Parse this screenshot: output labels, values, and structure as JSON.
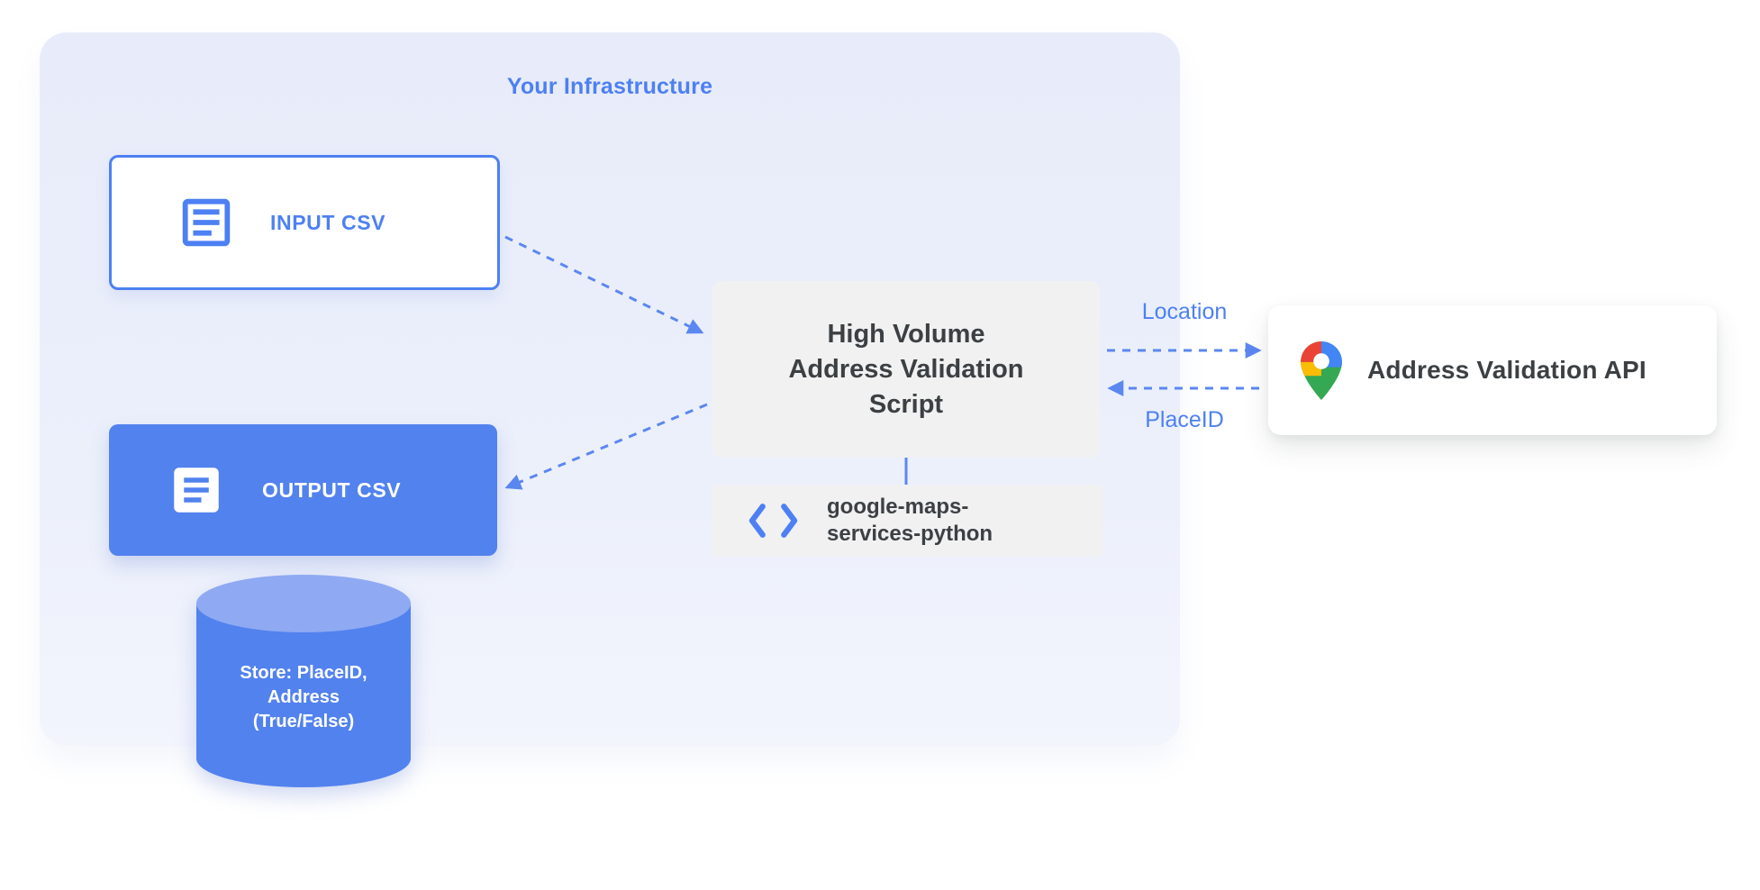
{
  "diagram": {
    "infrastructure_title": "Your Infrastructure",
    "nodes": {
      "input_csv": {
        "label": "INPUT CSV"
      },
      "output_csv": {
        "label": "OUTPUT CSV"
      },
      "datastore": {
        "lines": [
          "Store: PlaceID,",
          "Address",
          "(True/False)"
        ]
      },
      "script": {
        "lines": [
          "High Volume",
          "Address Validation",
          "Script"
        ]
      },
      "library": {
        "lines": [
          "google-maps-",
          "services-python"
        ]
      },
      "api": {
        "label": "Address Validation API"
      }
    },
    "edges": {
      "location_label": "Location",
      "placeid_label": "PlaceID"
    },
    "icons": {
      "input_icon": "document-icon",
      "output_icon": "document-icon",
      "library_icon": "code-icon",
      "api_icon": "google-maps-pin-icon"
    },
    "colors": {
      "accent_blue": "#4d80f3",
      "fill_blue": "#5282ee",
      "cylinder_top": "#8faaf2",
      "container_bg": "#e8ecfa",
      "box_gray": "#f1f1f2",
      "text_dark": "#3c4043",
      "arrow_blue": "#5b87f0",
      "pin_red": "#EA4335",
      "pin_blue": "#4285F4",
      "pin_yellow": "#FBBC04",
      "pin_green": "#34A853"
    }
  }
}
